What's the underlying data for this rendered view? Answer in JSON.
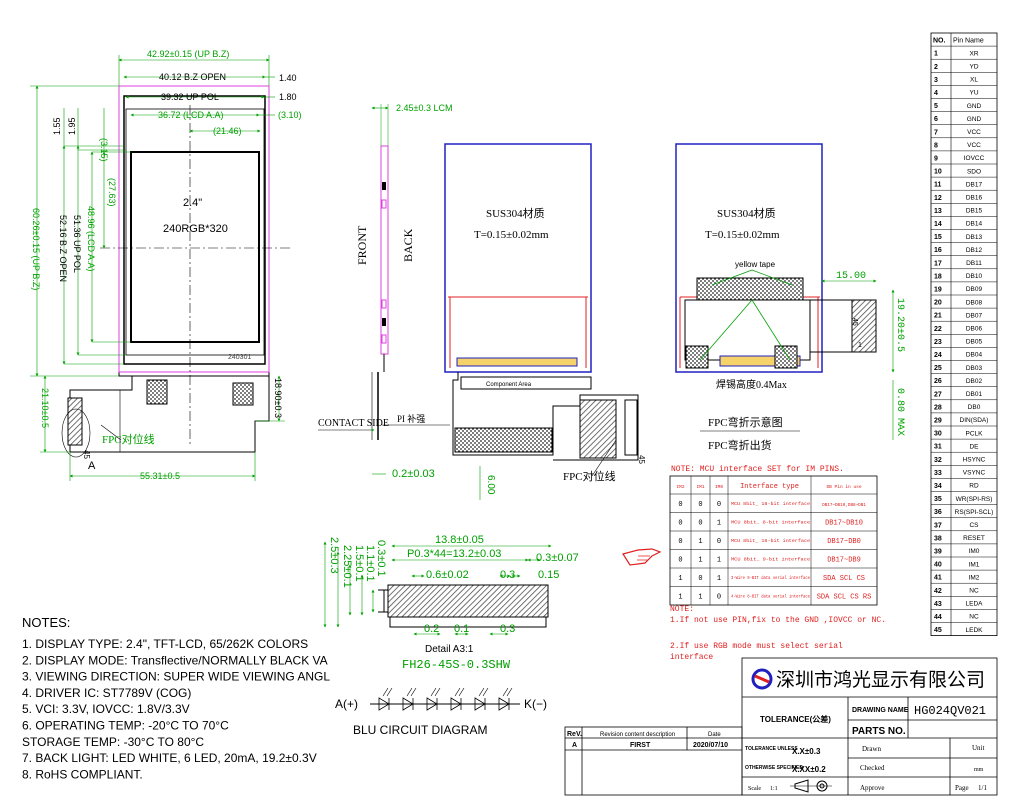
{
  "front_view": {
    "dim_top_outline": "42.92±0.15 (UP B.Z)",
    "dim_bz_open": "40.12 B.Z OPEN",
    "dim_up_pol": "39.32 UP POL",
    "dim_lcd_aa": "36.72 (LCD A.A)",
    "dim_21_46": "(21.46)",
    "dim_1_40": "1.40",
    "dim_1_80": "1.80",
    "dim_3_10": "(3.10)",
    "dim_1_55": "1.55",
    "dim_1_95": "1.95",
    "dim_3_15": "(3.15)",
    "dim_27_63": "(27.63)",
    "dim_height_outline": "60.26±0.15 (UP B.Z)",
    "dim_52_16": "52.16 B.Z OPEN",
    "dim_51_36": "51.36 UP POL",
    "dim_48_96": "48.96 (LCD A.A)",
    "size_text": "2.4\"",
    "res_text": "240RGB*320",
    "pcb_code": "240301",
    "dim_21_10": "21.10±0.5",
    "dim_18_90": "18.90±0.3",
    "fpc_label": "FPC对位线",
    "fpc_pin45": "45",
    "label_a": "A",
    "dim_55_31": "55.31±0.5"
  },
  "side_view": {
    "thickness": "2.45±0.3 LCM",
    "front": "FRONT",
    "back": "BACK",
    "contact_side": "CONTACT SIDE",
    "pi_label": "PI 补强",
    "dim_0_2": "0.2±0.03"
  },
  "back_view": {
    "material": "SUS304材质",
    "thickness": "T=0.15±0.02mm",
    "component_area": "Component Area",
    "fpc_label": "FPC对位线",
    "pin_label": "45",
    "dim_6_00": "6.00"
  },
  "fold_view": {
    "material": "SUS304材质",
    "thickness": "T=0.15±0.02mm",
    "yellow_tape": "yellow tape",
    "dim_15": "15.00",
    "pin45": "45",
    "pin1": "1",
    "solder_height": "焊锡高度0.4Max",
    "dim_19_20": "19.20±0.5",
    "dim_0_80": "0.80 MAX",
    "caption1": "FPC弯折示意图",
    "caption2": "FPC弯折出货"
  },
  "connector_detail": {
    "dim_13_8": "13.8±0.05",
    "dim_pitch": "P0.3*44=13.2±0.03",
    "dim_0_3_07": "0.3±0.07",
    "dim_0_6": "0.6±0.02",
    "dim_0_3a": "0.3",
    "dim_0_15": "0.15",
    "dim_0_2b": "0.2",
    "dim_0_1": "0.1",
    "dim_0_3b": "0.3",
    "dim_2_5": "2.5±0.3",
    "dim_2_25": "2.25±0.1",
    "dim_1_5": "1.5±0.1",
    "dim_1_1": "1.1±0.1",
    "dim_0_3v": "0.3±0.1",
    "detail_label": "Detail A3:1",
    "part_number": "FH26-45S-0.3SHW"
  },
  "blu": {
    "anode": "A(+)",
    "cathode": "K(−)",
    "title": "BLU  CIRCUIT  DIAGRAM"
  },
  "notes": {
    "title": "NOTES:",
    "items": [
      "1. DISPLAY TYPE:   2.4\", TFT-LCD, 65/262K COLORS",
      "2. DISPLAY MODE: Transflective/NORMALLY BLACK VA",
      "3. VIEWING DIRECTION:   SUPER WIDE VIEWING ANGL",
      "4. DRIVER IC:   ST7789V    (COG)",
      "5. VCI: 3.3V, IOVCC: 1.8V/3.3V",
      "6. OPERATING TEMP: -20°C TO 70°C",
      "    STORAGE TEMP: -30°C TO 80°C",
      "7. BACK LIGHT: LED WHITE, 6 LED, 20mA, 19.2±0.3V",
      "8. RoHS COMPLIANT."
    ]
  },
  "mcu_table": {
    "note": "NOTE: MCU interface SET for IM PINS.",
    "headers": [
      "IM2",
      "IM1",
      "IM0",
      "Interface type",
      "DB Pin in use"
    ],
    "rows": [
      [
        "0",
        "0",
        "0",
        "MCU 8bit_ 18-bit interface",
        "DB17~DB10,DB8~DB1"
      ],
      [
        "0",
        "0",
        "1",
        "MCU 8bit_ 8-bit interface",
        "DB17~DB10"
      ],
      [
        "0",
        "1",
        "0",
        "MCU 8bit_ 16-bit interface",
        "DB17~DB0"
      ],
      [
        "0",
        "1",
        "1",
        "MCU 8bit_ 9-bit interface",
        "DB17~DB9"
      ],
      [
        "1",
        "0",
        "1",
        "3-Wire 9-BIT data serial interface",
        "SDA SCL CS"
      ],
      [
        "1",
        "1",
        "0",
        "4-Wire 8-BIT data serial interface",
        "SDA SCL CS RS"
      ]
    ],
    "note2_title": "NOTE:",
    "note2_1": "1.If not use PIN,fix to the GND ,IOVCC or NC.",
    "note2_2": "2.If  use RGB mode must select serial",
    "note2_3": "interface"
  },
  "pin_table": {
    "headers": [
      "NO.",
      "Pin Name"
    ],
    "pins": [
      "XR",
      "YD",
      "XL",
      "YU",
      "GND",
      "GND",
      "VCC",
      "VCC",
      "IOVCC",
      "SDO",
      "DB17",
      "DB16",
      "DB15",
      "DB14",
      "DB13",
      "DB12",
      "DB11",
      "DB10",
      "DB09",
      "DB08",
      "DB07",
      "DB06",
      "DB05",
      "DB04",
      "DB03",
      "DB02",
      "DB01",
      "DB0",
      "DIN(SDA)",
      "PCLK",
      "DE",
      "HSYNC",
      "VSYNC",
      "RD",
      "WR(SPI-RS)",
      "RS(SPI-SCL)",
      "CS",
      "RESET",
      "IM0",
      "IM1",
      "IM2",
      "NC",
      "LEDA",
      "NC",
      "LEDK"
    ]
  },
  "title_block": {
    "company": "深圳市鸿光显示有限公司",
    "tolerance_header": "TOLERANCE(公差)",
    "drawing_name_label": "DRAWING NAME",
    "drawing_name": "HG024QV021",
    "parts_no": "PARTS NO.",
    "rev": "ReV.",
    "revision_desc": "Revision content description",
    "date_label": "Date",
    "rev_a": "A",
    "first": "FIRST",
    "date": "2020/07/10",
    "tol_unless": "TOLERANCE UNLESS",
    "tol_x": "X.X±0.3",
    "otherwise": "OTHERWISE SPECIFIED",
    "tol_xx": "X.XX±0.2",
    "drawn": "Drawn",
    "checked": "Checked",
    "approve": "Approve",
    "unit": "Unit",
    "mm": "mm",
    "page": "Page",
    "page_val": "1/1",
    "scale": "Scale",
    "scale_val": "1:1"
  },
  "colors": {
    "dimension": "#00a000",
    "magenta": "#e040e0",
    "blue": "#2020c0",
    "red": "#e02020"
  }
}
